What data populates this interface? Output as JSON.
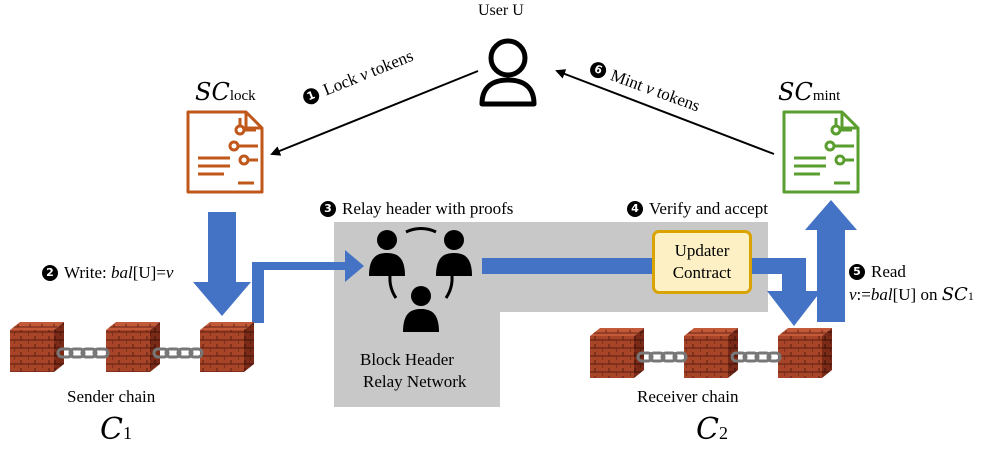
{
  "user": {
    "label": "User U"
  },
  "contracts": {
    "lock": {
      "prefix": "SC",
      "sub": "lock",
      "color": "#c0571b"
    },
    "mint": {
      "prefix": "SC",
      "sub": "mint",
      "color": "#5a9e2f"
    }
  },
  "steps": {
    "s1": {
      "num": "1",
      "text_a": "Lock ",
      "var": "v",
      "text_b": " tokens"
    },
    "s2": {
      "num": "2",
      "text_a": "Write: ",
      "var": "bal",
      "text_b": "[U]=",
      "var2": "v"
    },
    "s3": {
      "num": "3",
      "text": "Relay header with proofs"
    },
    "s4": {
      "num": "4",
      "text": "Verify and accept"
    },
    "s5": {
      "num": "5",
      "text": "Read",
      "line2_var": "v",
      "line2_a": ":=",
      "line2_var2": "bal",
      "line2_b": "[U] on ",
      "line2_cal": "SC",
      "line2_sub": "1"
    },
    "s6": {
      "num": "6",
      "text_a": "Mint ",
      "var": "v",
      "text_b": " tokens"
    }
  },
  "relay": {
    "line1": "Block Header",
    "line2": "Relay Network"
  },
  "updater": {
    "line1": "Updater",
    "line2": "Contract"
  },
  "chains": {
    "sender": {
      "label": "Sender chain",
      "sym": "C",
      "sub": "1"
    },
    "receiver": {
      "label": "Receiver chain",
      "sym": "C",
      "sub": "2"
    }
  },
  "colors": {
    "arrow_blue": "#4472c4",
    "relay_bg": "#c8c8c8",
    "brick": "#9c3a22",
    "updater_fill": "#fdf0c4",
    "updater_border": "#d9a300"
  }
}
